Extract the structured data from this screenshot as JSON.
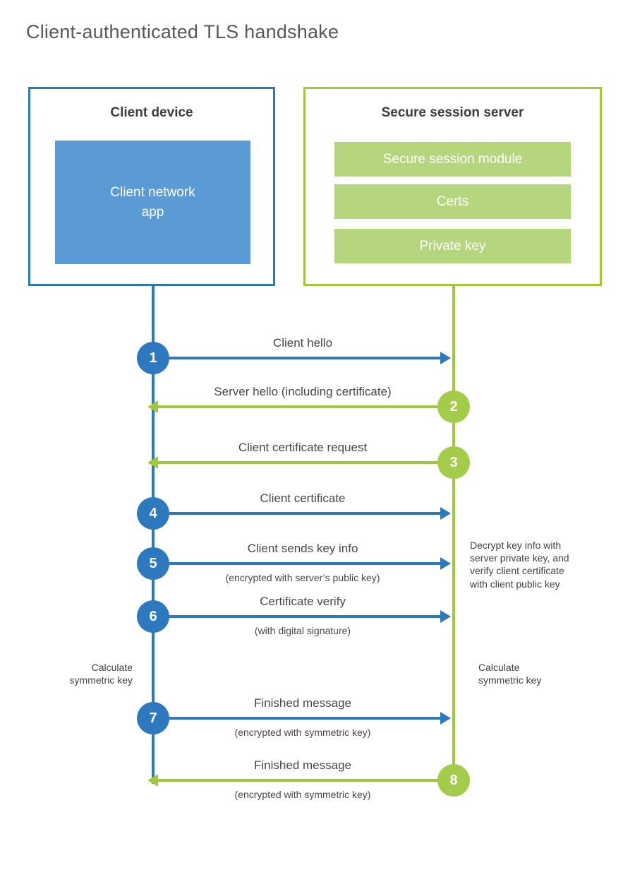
{
  "page_title": "Client-authenticated TLS handshake",
  "client": {
    "title": "Client device",
    "app_label": "Client network\napp"
  },
  "server": {
    "title": "Secure session server",
    "modules": [
      "Secure session module",
      "Certs",
      "Private key"
    ]
  },
  "steps": [
    {
      "number": "1",
      "label": "Client hello",
      "sublabel": "",
      "from": "client",
      "to": "server"
    },
    {
      "number": "2",
      "label": "Server hello (including certificate)",
      "sublabel": "",
      "from": "server",
      "to": "client"
    },
    {
      "number": "3",
      "label": "Client certificate request",
      "sublabel": "",
      "from": "server",
      "to": "client"
    },
    {
      "number": "4",
      "label": "Client certificate",
      "sublabel": "",
      "from": "client",
      "to": "server"
    },
    {
      "number": "5",
      "label": "Client sends key info",
      "sublabel": "(encrypted with server’s public key)",
      "from": "client",
      "to": "server"
    },
    {
      "number": "6",
      "label": "Certificate verify",
      "sublabel": "(with digital signature)",
      "from": "client",
      "to": "server"
    },
    {
      "number": "7",
      "label": "Finished message",
      "sublabel": "(encrypted with symmetric key)",
      "from": "client",
      "to": "server"
    },
    {
      "number": "8",
      "label": "Finished message",
      "sublabel": "(encrypted with symmetric key)",
      "from": "server",
      "to": "client"
    }
  ],
  "notes": {
    "decrypt": "Decrypt key info with\nserver private key, and\nverify client certificate\nwith client public key",
    "calc_left": "Calculate\nsymmetric key",
    "calc_right": "Calculate\nsymmetric key"
  },
  "colors": {
    "client_accent": "#2e78bd",
    "client_fill": "#5b9bd5",
    "server_accent": "#9ec93e",
    "server_badge": "#a3cc4a",
    "server_fill": "#b5d67d",
    "title_text": "#58585a",
    "label_text": "#474747"
  }
}
